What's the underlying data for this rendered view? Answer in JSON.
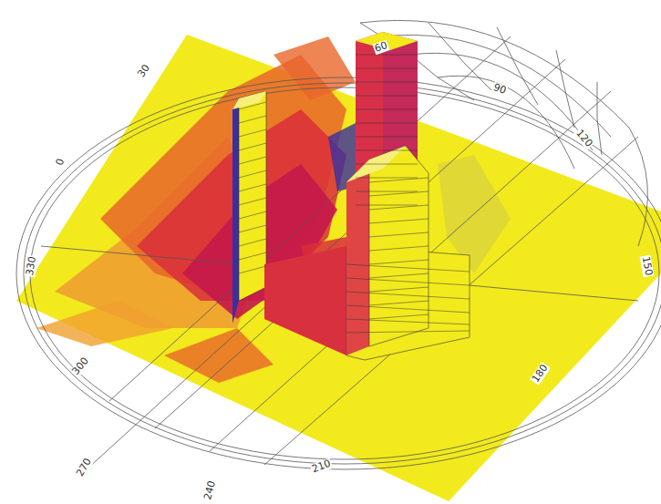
{
  "diagram": {
    "labels": [
      "30",
      "60",
      "90",
      "120",
      "150",
      "180",
      "210",
      "240",
      "270",
      "300",
      "330",
      "0"
    ]
  }
}
